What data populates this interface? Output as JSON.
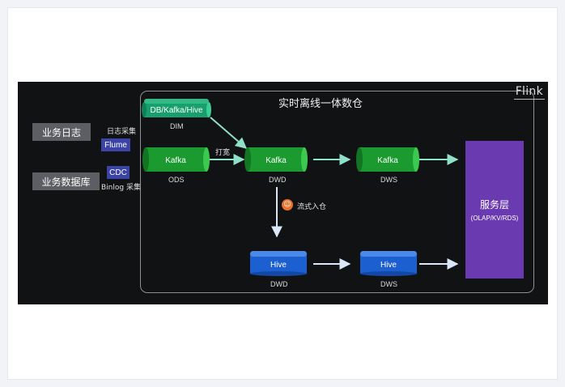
{
  "diagram": {
    "title": "实时离线一体数仓",
    "brand": "Flink",
    "sources": [
      {
        "label": "业务日志",
        "tag": "Flume",
        "note": "日志采集"
      },
      {
        "label": "业务数据库",
        "tag": "CDC",
        "note": "Binlog 采集"
      }
    ],
    "nodes": {
      "dim": {
        "cyl": "DB/Kafka/Hive",
        "label": "DIM"
      },
      "ods": {
        "cyl": "Kafka",
        "label": "ODS"
      },
      "dwd_rt": {
        "cyl": "Kafka",
        "label": "DWD"
      },
      "dws_rt": {
        "cyl": "Kafka",
        "label": "DWS"
      },
      "dwd_off": {
        "cyl": "Hive",
        "label": "DWD"
      },
      "dws_off": {
        "cyl": "Hive",
        "label": "DWS"
      }
    },
    "edge_labels": {
      "widen": "打宽",
      "stream_load": "流式入仓"
    },
    "service": {
      "title": "服务层",
      "subtitle": "(OLAP/KV/RDS)"
    },
    "colors": {
      "kafka": "#1a9a2f",
      "hive": "#1c5fd0",
      "dim": "#17a06e",
      "arrow": "#8fe0c8",
      "service": "#6a3bb0",
      "tag": "#3b44a6"
    }
  }
}
